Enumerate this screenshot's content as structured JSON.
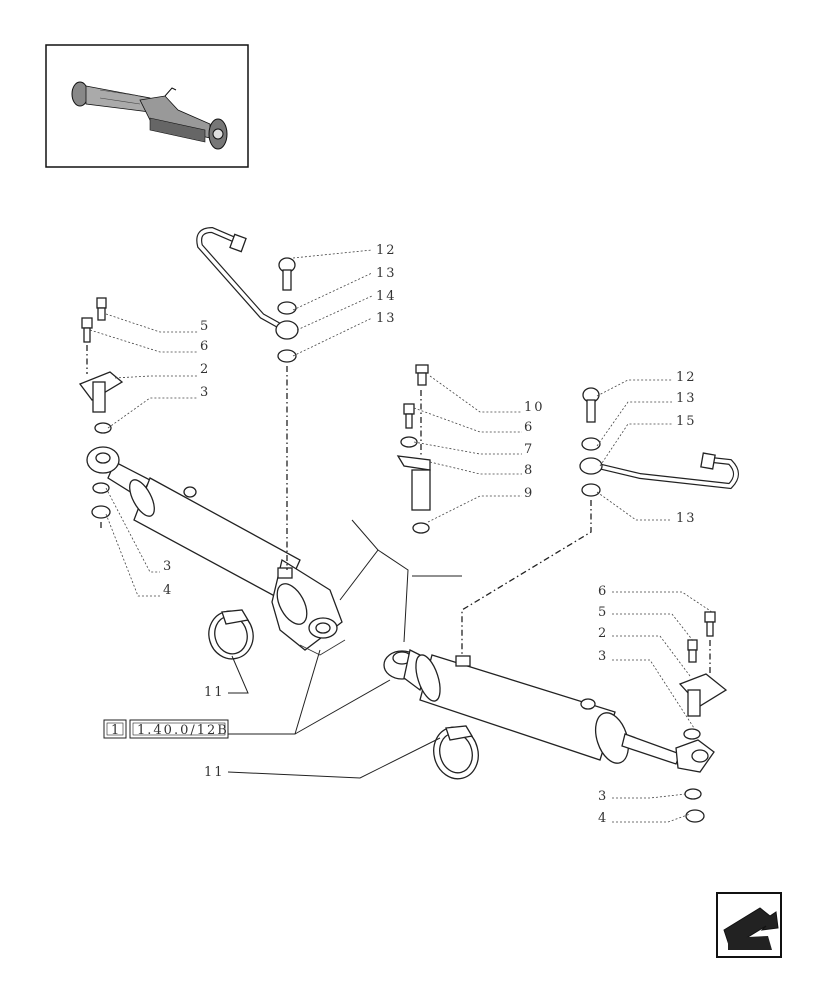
{
  "callouts": {
    "c12a": "12",
    "c13a": "13",
    "c14": "14",
    "c13b": "13",
    "c5a": "5",
    "c6a": "6",
    "c2a": "2",
    "c3a": "3",
    "c3b": "3",
    "c4a": "4",
    "c10": "10",
    "c6b": "6",
    "c7": "7",
    "c8": "8",
    "c9": "9",
    "c12b": "12",
    "c13c": "13",
    "c15": "15",
    "c13d": "13",
    "c6c": "6",
    "c5b": "5",
    "c2b": "2",
    "c3c": "3",
    "c3d": "3",
    "c4b": "4",
    "c11a": "11",
    "c11b": "11"
  },
  "reference": {
    "qty": "1",
    "code": "1.40.0/12B"
  },
  "icons": {
    "thumbnail": "axle-thumbnail-icon",
    "nav": "previous-page-arrow-icon"
  }
}
